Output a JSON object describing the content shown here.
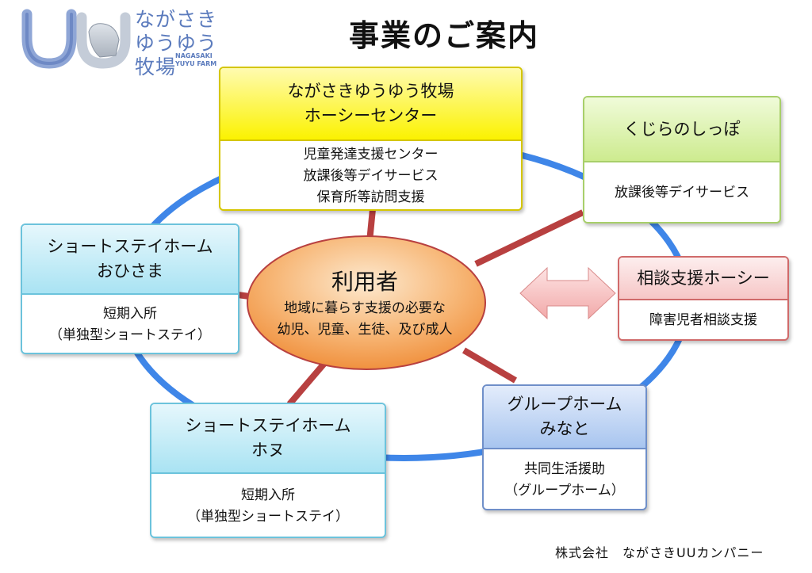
{
  "page": {
    "title": "事業のご案内",
    "company": "株式会社　ながさきUUカンパニー"
  },
  "logo": {
    "lines": [
      "ながさき",
      "ゆうゆう",
      "牧場"
    ],
    "sub_lines": [
      "NAGASAKI",
      "YUYU FARM"
    ]
  },
  "center": {
    "title": "利用者",
    "lines": [
      "地域に暮らす支援の必要な",
      "幼児、児童、生徒、及び成人"
    ]
  },
  "services": {
    "horsey_center": {
      "title_lines": [
        "ながさきゆうゆう牧場",
        "ホーシーセンター"
      ],
      "body_lines": [
        "児童発達支援センター",
        "放課後等デイサービス",
        "保育所等訪問支援"
      ]
    },
    "kujira": {
      "title_lines": [
        "くじらのしっぽ"
      ],
      "body_lines": [
        "放課後等デイサービス"
      ]
    },
    "soudan": {
      "title_lines": [
        "相談支援ホーシー"
      ],
      "body_lines": [
        "障害児者相談支援"
      ]
    },
    "minato": {
      "title_lines": [
        "グループホーム",
        "みなと"
      ],
      "body_lines": [
        "共同生活援助",
        "（グループホーム）"
      ]
    },
    "honu": {
      "title_lines": [
        "ショートステイホーム",
        "ホヌ"
      ],
      "body_lines": [
        "短期入所",
        "（単独型ショートステイ）"
      ]
    },
    "ohisama": {
      "title_lines": [
        "ショートステイホーム",
        "おひさま"
      ],
      "body_lines": [
        "短期入所",
        "（単独型ショートステイ）"
      ]
    }
  },
  "colors": {
    "ring": "#3f86e8",
    "spoke": "#b84040",
    "yellow_head": "#fbf200",
    "green_head": "#d3f09a",
    "pink_head": "#f9d4d4",
    "blue_head": "#a8c5ef",
    "cyan_head": "#a9e3f3",
    "center_fill": "#f5a356"
  }
}
